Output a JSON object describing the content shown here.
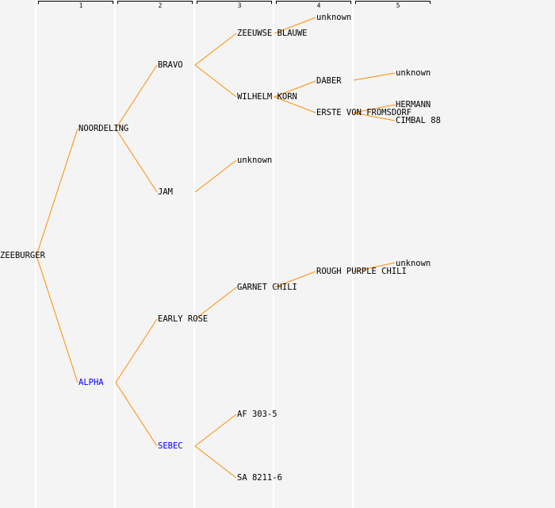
{
  "columns": [
    "1",
    "2",
    "3",
    "4",
    "5"
  ],
  "nodes": {
    "zeeburger": "ZEEBURGER",
    "noordeling": "NOORDELING",
    "alpha": "ALPHA",
    "bravo": "BRAVO",
    "jam": "JAM",
    "early_rose": "EARLY ROSE",
    "sebec": "SEBEC",
    "zeeuwse_blauwe": "ZEEUWSE BLAUWE",
    "wilhelm_korn": "WILHELM KORN",
    "unknown_jam": "unknown",
    "garnet_chili": "GARNET CHILI",
    "af_303_5": "AF 303-5",
    "sa_8211_6": "SA 8211-6",
    "unknown_zeeuwse": "unknown",
    "daber": "DABER",
    "erste_von_fromsdorf": "ERSTE VON FROMSDORF",
    "rough_purple_chili": "ROUGH PURPLE CHILI",
    "unknown_daber": "unknown",
    "hermann": "HERMANN",
    "cimbal_88": "CIMBAL 88",
    "unknown_rough": "unknown"
  },
  "colors": {
    "edge": "#ff8c00",
    "highlight": "#0000ff",
    "background": "#f4f4f4"
  }
}
